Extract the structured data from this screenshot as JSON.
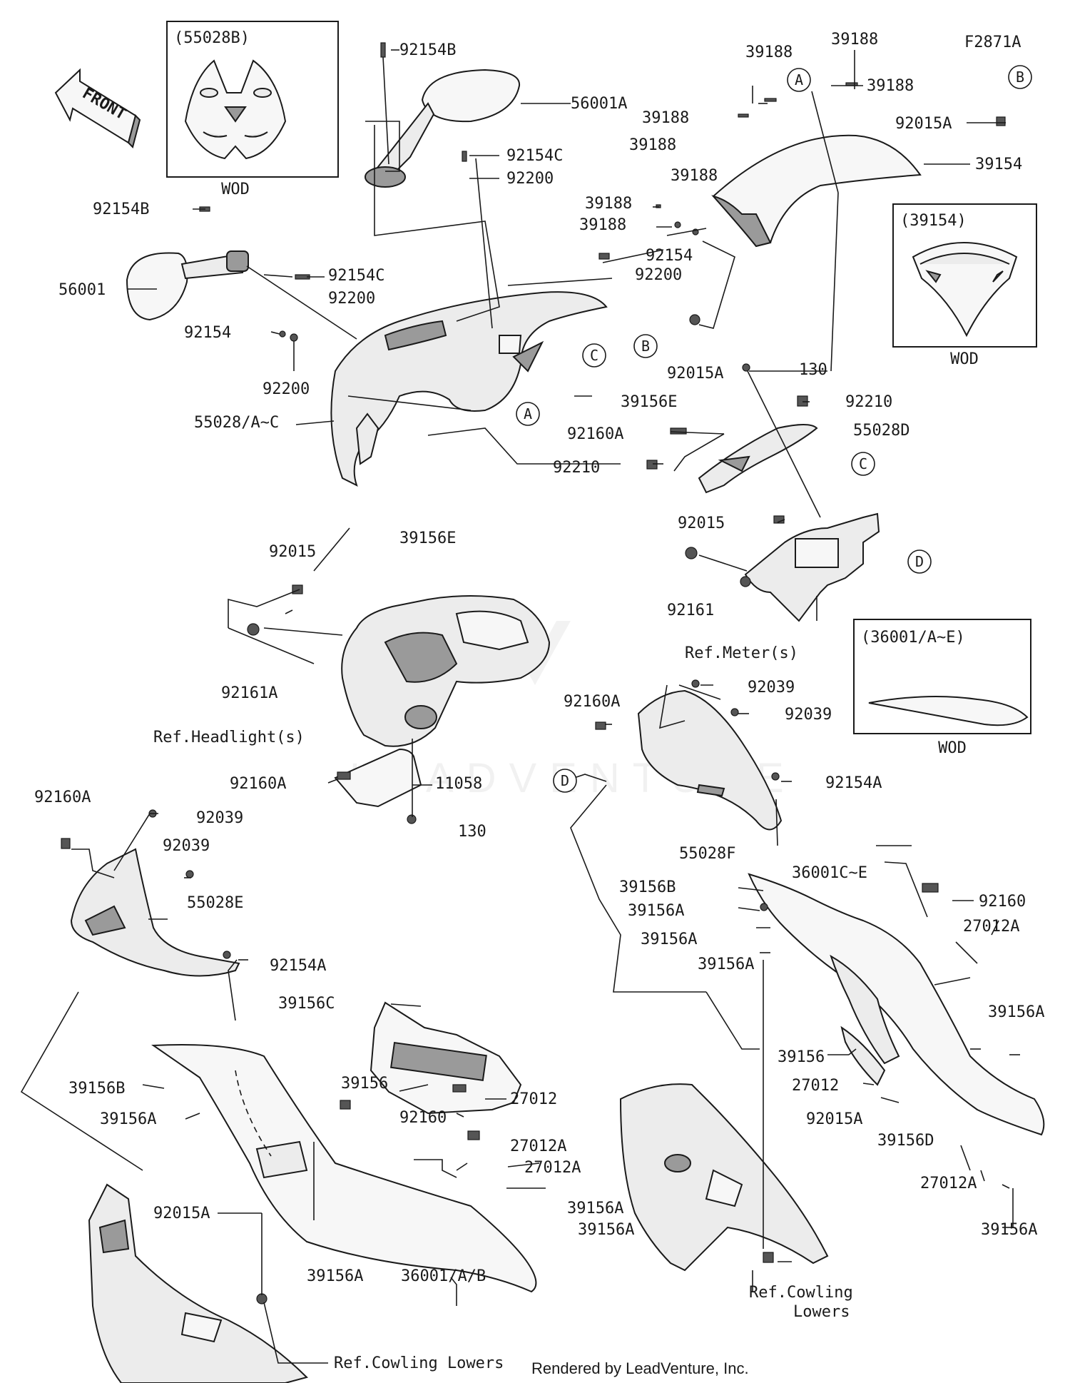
{
  "diagram_code": "F2871A",
  "footer": "Rendered by LeadVenture, Inc.",
  "front_label": "FRONT",
  "watermark": "LEADVENTURE",
  "insets": [
    {
      "title": "(55028B)",
      "note": "WOD"
    },
    {
      "title": "(39154)",
      "note": "WOD"
    },
    {
      "title": "(36001/A~E)",
      "note": "WOD"
    }
  ],
  "callouts": [
    "A",
    "A",
    "B",
    "B",
    "C",
    "C",
    "D",
    "D"
  ],
  "labels": [
    "92154B",
    "56001A",
    "92154C",
    "92200",
    "92154B",
    "56001",
    "92154C",
    "92200",
    "92154",
    "92200",
    "55028/A~C",
    "92154",
    "92200",
    "39156E",
    "39188",
    "39188",
    "39188",
    "39188",
    "39188",
    "39188",
    "39188",
    "39188",
    "92015A",
    "39154",
    "92015A",
    "130",
    "92210",
    "92160A",
    "55028D",
    "92210",
    "92015",
    "92161",
    "Ref.Meter(s)",
    "39156E",
    "92015",
    "92161A",
    "Ref.Headlight(s)",
    "92160A",
    "11058",
    "130",
    "92160A",
    "92039",
    "92039",
    "92154A",
    "55028F",
    "92160A",
    "92039",
    "92039",
    "55028E",
    "92154A",
    "39156C",
    "39156B",
    "39156A",
    "39156",
    "27012",
    "92160",
    "27012A",
    "27012A",
    "39156A",
    "39156A",
    "92015A",
    "39156A",
    "36001/A/B",
    "Ref.Cowling Lowers",
    "36001C~E",
    "92160",
    "27012A",
    "39156B",
    "39156A",
    "39156A",
    "39156A",
    "39156A",
    "39156",
    "27012",
    "39156D",
    "92015A",
    "27012A",
    "39156A",
    "Ref.Cowling",
    "Lowers"
  ]
}
